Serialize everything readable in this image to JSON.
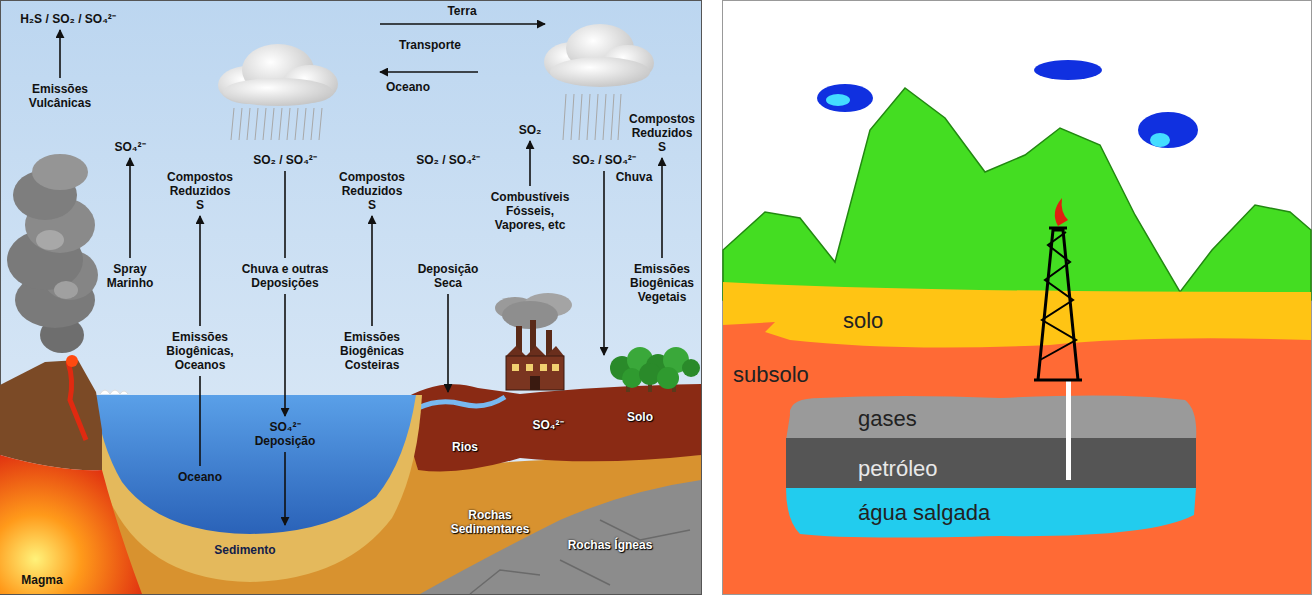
{
  "diagram": {
    "labels": [
      "H₂S / SO₂ / SO₄²⁻",
      "Emissões Vulcânicas",
      "SO₄²⁻",
      "Spray Marinho",
      "Compostos Reduzidos S",
      "Emissões Biogênicas, Oceanos",
      "Oceano",
      "SO₂ / SO₄²⁻",
      "Chuva e outras Deposições",
      "SO₄²⁻ Deposição",
      "Compostos Reduzidos S",
      "Emissões Biogênicas Costeiras",
      "Terra",
      "Transporte",
      "Oceano",
      "SO₂ / SO₄²⁻",
      "Deposição Seca",
      "SO₂",
      "Combustíveis Fósseis, Vapores, etc",
      "SO₂ / SO₄²⁻",
      "Chuva",
      "Compostos Reduzidos S",
      "Emissões Biogênicas Vegetais",
      "Rios",
      "SO₄²⁻",
      "Solo",
      "Sedimento",
      "Rochas Sedimentares",
      "Rochas Ígneas",
      "Magma",
      "solo",
      "subsolo",
      "gases",
      "petróleo",
      "água salgada"
    ]
  }
}
